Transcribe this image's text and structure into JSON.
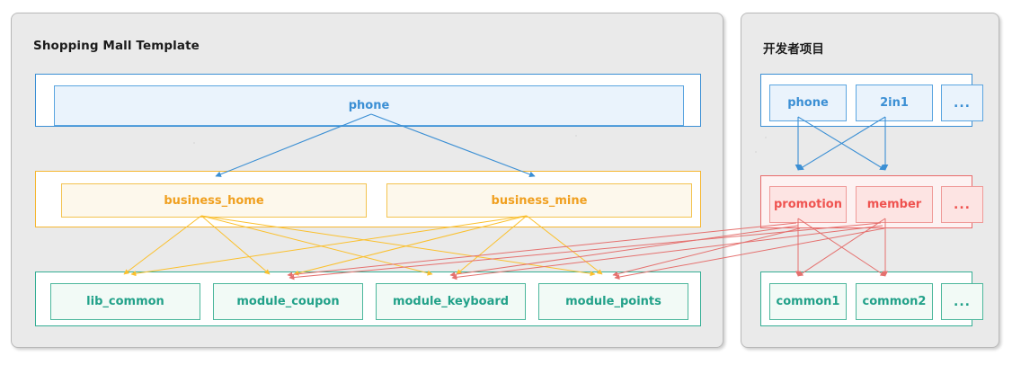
{
  "diagram": {
    "type": "architecture-dependency-diagram",
    "colors": {
      "blue": "#3b8fd4",
      "orange": "#f0a020",
      "green": "#22a189",
      "red": "#ef5350",
      "panel_bg": "#eaeaea",
      "panel_border": "#b9b9b9"
    }
  },
  "panels": [
    {
      "id": "left",
      "title": "Shopping Mall Template",
      "rows": [
        {
          "id": "left-row-app",
          "color": "blue",
          "nodes": [
            {
              "label": "phone"
            }
          ]
        },
        {
          "id": "left-row-business",
          "color": "orange",
          "nodes": [
            {
              "label": "business_home"
            },
            {
              "label": "business_mine"
            }
          ]
        },
        {
          "id": "left-row-module",
          "color": "green",
          "nodes": [
            {
              "label": "lib_common"
            },
            {
              "label": "module_coupon"
            },
            {
              "label": "module_keyboard"
            },
            {
              "label": "module_points"
            }
          ]
        }
      ]
    },
    {
      "id": "right",
      "title": "开发者项目",
      "rows": [
        {
          "id": "right-row-app",
          "color": "blue",
          "nodes": [
            {
              "label": "phone"
            },
            {
              "label": "2in1"
            },
            {
              "label": "..."
            }
          ]
        },
        {
          "id": "right-row-business",
          "color": "red",
          "nodes": [
            {
              "label": "promotion"
            },
            {
              "label": "member"
            },
            {
              "label": "..."
            }
          ]
        },
        {
          "id": "right-row-module",
          "color": "green",
          "nodes": [
            {
              "label": "common1"
            },
            {
              "label": "common2"
            },
            {
              "label": "..."
            }
          ]
        }
      ]
    }
  ],
  "edges": {
    "blue_left": [
      {
        "from": "phone",
        "to": "business_home"
      },
      {
        "from": "phone",
        "to": "business_mine"
      }
    ],
    "orange_left": [
      {
        "from": "business_home",
        "to": "lib_common"
      },
      {
        "from": "business_home",
        "to": "module_coupon"
      },
      {
        "from": "business_home",
        "to": "module_keyboard"
      },
      {
        "from": "business_home",
        "to": "module_points"
      },
      {
        "from": "business_mine",
        "to": "lib_common"
      },
      {
        "from": "business_mine",
        "to": "module_coupon"
      },
      {
        "from": "business_mine",
        "to": "module_keyboard"
      },
      {
        "from": "business_mine",
        "to": "module_points"
      }
    ],
    "blue_right": [
      {
        "from": "phone",
        "to": "promotion"
      },
      {
        "from": "phone",
        "to": "member"
      },
      {
        "from": "2in1",
        "to": "promotion"
      },
      {
        "from": "2in1",
        "to": "member"
      }
    ],
    "red_right": [
      {
        "from": "promotion",
        "to": "common1"
      },
      {
        "from": "promotion",
        "to": "common2"
      },
      {
        "from": "member",
        "to": "common1"
      },
      {
        "from": "member",
        "to": "common2"
      }
    ],
    "red_cross": [
      {
        "from": "promotion",
        "to": "module_coupon"
      },
      {
        "from": "promotion",
        "to": "module_keyboard"
      },
      {
        "from": "promotion",
        "to": "module_points"
      },
      {
        "from": "member",
        "to": "module_coupon"
      },
      {
        "from": "member",
        "to": "module_keyboard"
      },
      {
        "from": "member",
        "to": "module_points"
      }
    ]
  }
}
